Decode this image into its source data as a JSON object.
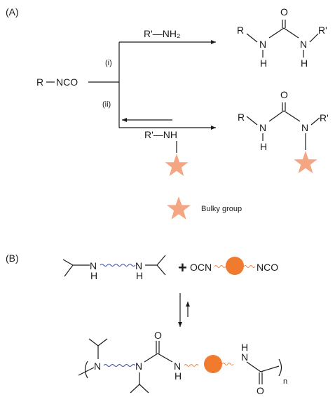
{
  "panel_a": {
    "label": "(A)",
    "reactant": {
      "r": "R",
      "group": "NCO"
    },
    "path_i": {
      "label": "(i)",
      "reagent": "R'—NH₂"
    },
    "path_ii": {
      "label": "(ii)",
      "reagent": "R'—NH"
    },
    "product_i": {
      "o": "O",
      "r1": "R",
      "n1": "N",
      "h1": "H",
      "n2": "N",
      "h2": "H",
      "r2": "R'"
    },
    "product_ii": {
      "o": "O",
      "r1": "R",
      "n1": "N",
      "h1": "H",
      "n2": "N",
      "r2": "R'"
    },
    "legend": {
      "text": "Bulky group",
      "color": "#f4a582"
    }
  },
  "panel_b": {
    "label": "(B)",
    "diamine": {
      "n1": "N",
      "h1": "H",
      "n2": "N",
      "h2": "H"
    },
    "plus": "+",
    "diisocyanate": {
      "left": "OCN",
      "right": "NCO"
    },
    "polymer": {
      "n1": "N",
      "n2": "N",
      "n3": "N",
      "h3": "H",
      "n4": "N",
      "h4": "H",
      "o1": "O",
      "o2": "O",
      "subscript": "n"
    },
    "colors": {
      "core": "#f07a2e",
      "linker_blue": "#3e4ea0",
      "linker_orange": "#e8864a"
    }
  }
}
